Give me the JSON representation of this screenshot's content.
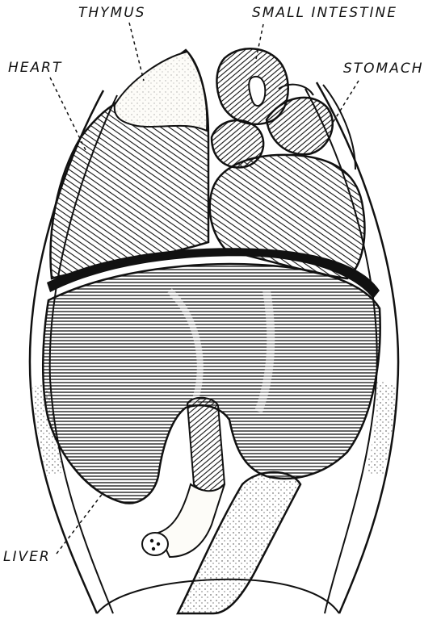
{
  "labels": {
    "thymus": "THYMUS",
    "small_intestine": "SMALL INTESTINE",
    "heart": "HEART",
    "stomach": "STOMACH",
    "liver": "LIVER"
  }
}
